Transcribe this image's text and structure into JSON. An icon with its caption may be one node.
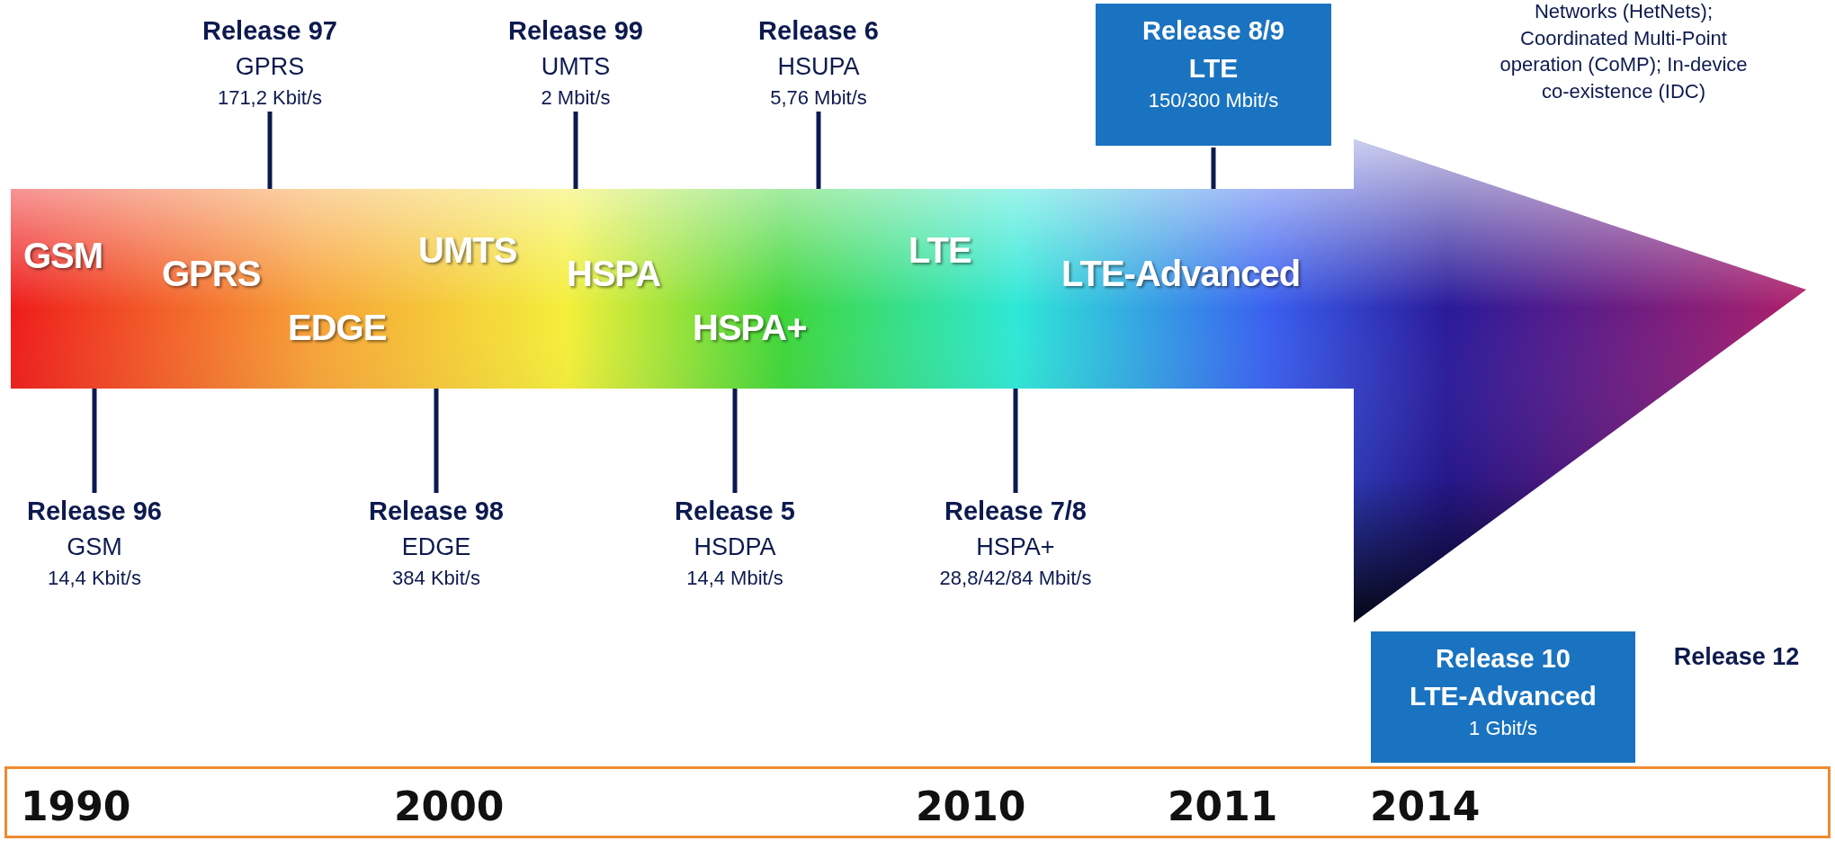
{
  "diagram": {
    "nodes": [
      {
        "text": [
          "Release 97",
          "GPRS",
          "171,2 Kbit/s"
        ]
      },
      {
        "text": [
          "Release 99",
          "UMTS",
          "2 Mbit/s"
        ]
      },
      {
        "text": [
          "Release 6",
          "HSUPA",
          "5,76 Mbit/s"
        ]
      },
      {
        "text": [
          "Release 8/9",
          "LTE",
          "150/300 Mbit/s"
        ]
      },
      {
        "text": [
          "GSM",
          "GPRS",
          "EDGE",
          "UMTS",
          "HSPA",
          "HSPA+",
          "LTE",
          "LTE-Advanced"
        ]
      },
      {
        "text": [
          "Release 96",
          "GSM",
          "14,4 Kbit/s"
        ]
      },
      {
        "text": [
          "Release 98",
          "EDGE",
          "384 Kbit/s"
        ]
      },
      {
        "text": [
          "Release 5",
          "HSDPA",
          "14,4 Mbit/s"
        ]
      },
      {
        "text": [
          "Release 7/8",
          "HSPA+",
          "28,8/42/84 Mbit/s"
        ]
      },
      {
        "text": [
          "Release 10",
          "LTE-Advanced",
          "1 Gbit/s"
        ]
      },
      {
        "text": [
          "1990",
          "2000",
          "2010",
          "2011",
          "2014"
        ]
      }
    ],
    "edges": [
      {
        "from": 0,
        "to": 4,
        "arrow": "none"
      },
      {
        "from": 1,
        "to": 4,
        "arrow": "none"
      },
      {
        "from": 2,
        "to": 4,
        "arrow": "none"
      },
      {
        "from": 3,
        "to": 4,
        "arrow": "none"
      },
      {
        "from": 5,
        "to": 4,
        "arrow": "none"
      },
      {
        "from": 6,
        "to": 4,
        "arrow": "none"
      },
      {
        "from": 7,
        "to": 4,
        "arrow": "none"
      },
      {
        "from": 8,
        "to": 4,
        "arrow": "none"
      }
    ],
    "labels": [
      "Networks (HetNets); Coordinated Multi-Point operation (CoMP); In-device co-existence (IDC)",
      "Release 12"
    ]
  }
}
